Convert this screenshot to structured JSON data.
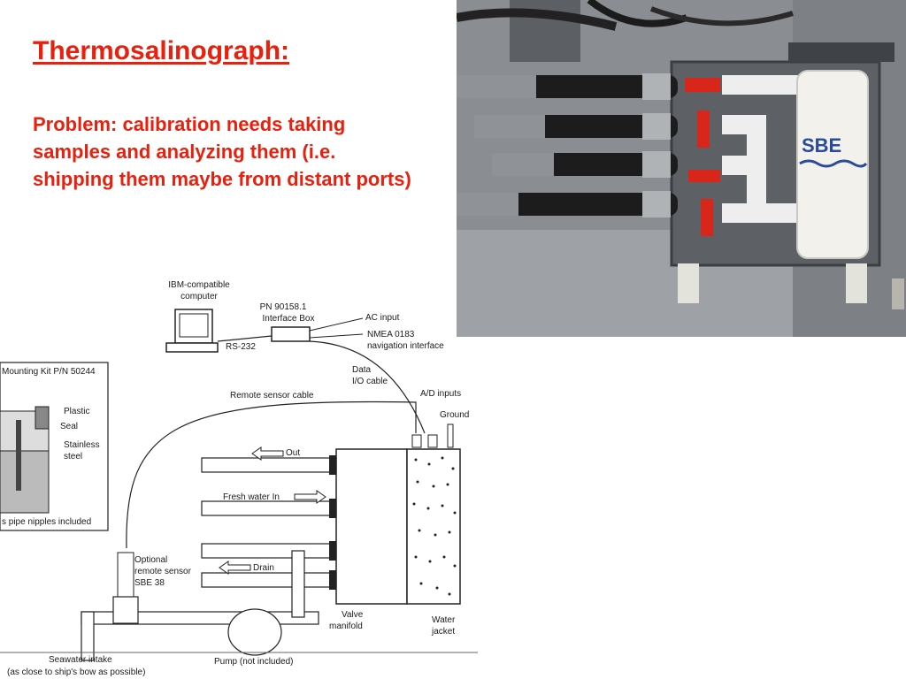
{
  "slide": {
    "title": "Thermosalinograph:",
    "problem": "Problem: calibration needs taking samples and analyzing them (i.e. shipping them maybe from distant ports)"
  },
  "photo": {
    "brand_label": "SBE"
  },
  "diagram": {
    "computer": [
      "IBM-compatible",
      "computer"
    ],
    "interface_box": [
      "PN 90158.1",
      "Interface Box"
    ],
    "ac_input": "AC input",
    "nmea": [
      "NMEA 0183",
      "navigation interface"
    ],
    "rs232": "RS-232",
    "data_io": [
      "Data",
      "I/O cable"
    ],
    "mounting_kit": "Mounting Kit P/N 50244",
    "remote_cable": "Remote sensor cable",
    "ad_inputs": "A/D inputs",
    "ground": "Ground",
    "plastic": "Plastic",
    "seal": "Seal",
    "stainless": [
      "Stainless",
      "steel"
    ],
    "pipe_nipples": "s pipe nipples included",
    "out": "Out",
    "fresh_water": "Fresh water In",
    "drain": "Drain",
    "optional_sensor": [
      "Optional",
      "remote sensor",
      "SBE 38"
    ],
    "valve_manifold": [
      "Valve",
      "manifold"
    ],
    "water_jacket": [
      "Water",
      "jacket"
    ],
    "seawater_intake": [
      "Seawater intake",
      "(as close to ship's bow as possible)"
    ],
    "pump": "Pump (not included)"
  },
  "colors": {
    "accent_red": "#e8200e",
    "line": "#222222",
    "photo_bg": "#8a8d92"
  }
}
